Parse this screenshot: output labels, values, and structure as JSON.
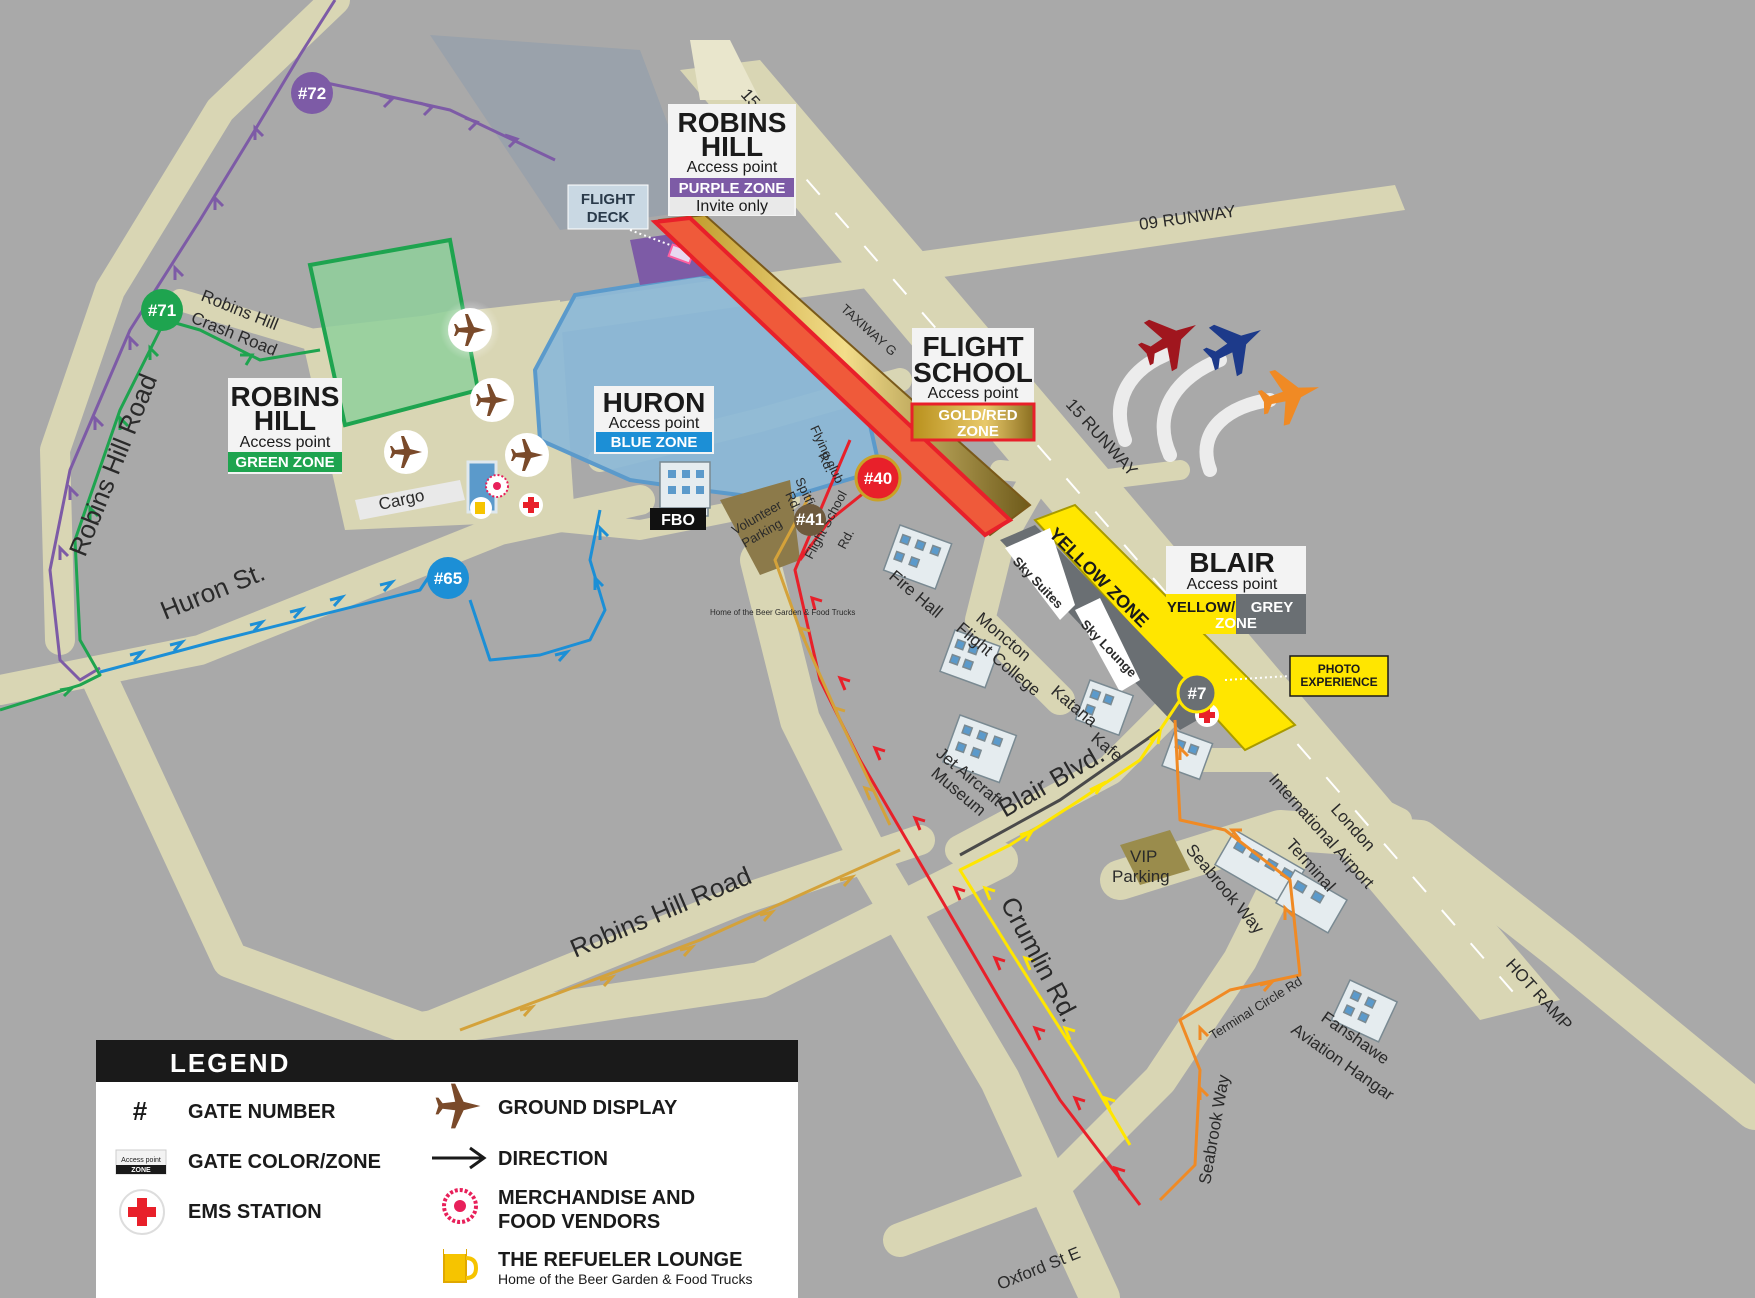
{
  "colors": {
    "purple": "#7d5ba6",
    "green": "#1ea44f",
    "blue": "#1c8fd6",
    "red": "#e8202a",
    "gold": "#c9a227",
    "yellow": "#ffe600",
    "orange": "#f08a24",
    "brown": "#6e5a3d",
    "grey": "#6a6f73"
  },
  "gates": [
    {
      "label": "#72",
      "color": "purple"
    },
    {
      "label": "#71",
      "color": "green"
    },
    {
      "label": "#65",
      "color": "blue"
    },
    {
      "label": "#40",
      "color": "red"
    },
    {
      "label": "#41",
      "color": "brown"
    },
    {
      "label": "#7",
      "color": "grey"
    }
  ],
  "access_boxes": {
    "robins_hill_purple": {
      "title1": "ROBINS",
      "title2": "HILL",
      "sub": "Access point",
      "zone": "PURPLE ZONE",
      "note": "Invite only"
    },
    "robins_hill_green": {
      "title1": "ROBINS",
      "title2": "HILL",
      "sub": "Access point",
      "zone": "GREEN ZONE"
    },
    "huron": {
      "title": "HURON",
      "sub": "Access point",
      "zone": "BLUE ZONE"
    },
    "flight_school": {
      "title1": "FLIGHT",
      "title2": "SCHOOL",
      "sub": "Access point",
      "zone1": "GOLD/RED",
      "zone2": "ZONE"
    },
    "blair": {
      "title": "BLAIR",
      "sub": "Access point",
      "zone1a": "YELLOW/",
      "zone1b": "ZONE",
      "zone2": "GREY"
    }
  },
  "labels": {
    "flight_deck_1": "FLIGHT",
    "flight_deck_2": "DECK",
    "runway_09": "09 RUNWAY",
    "runway_15": "15 RUNWAY",
    "runway_num": "15",
    "taxiway_g": "TAXIWAY G",
    "robins_hill_crash_1": "Robins Hill",
    "robins_hill_crash_2": "Crash Road",
    "robins_hill_road_v": "Robins Hill Road",
    "robins_hill_road": "Robins Hill Road",
    "huron_st": "Huron St.",
    "cargo": "Cargo",
    "fbo": "FBO",
    "volunteer_1": "Volunteer",
    "volunteer_2": "Parking",
    "spitfire_1": "Spitfire",
    "spitfire_2": "Rd.",
    "flying_club_1": "Flying club",
    "flying_club_2": "Rd.",
    "flight_school_rd_1": "Flight School",
    "flight_school_rd_2": "Rd.",
    "beer_garden_note": "Home of the Beer Garden & Food Trucks",
    "fire_hall": "Fire Hall",
    "moncton_1": "Moncton",
    "moncton_2": "Flight College",
    "katana_1": "Katana",
    "katana_2": "Kafe",
    "jet_1": "Jet Aircraft",
    "jet_2": "Museum",
    "sky_suites": "Sky Suites",
    "sky_lounge": "Sky Lounge",
    "yellow_zone": "YELLOW ZONE",
    "photo_1": "PHOTO",
    "photo_2": "EXPERIENCE",
    "blair_blvd": "Blair Blvd.",
    "crumlin": "Crumlin Rd.",
    "vip_1": "VIP",
    "vip_2": "Parking",
    "seabrook_way": "Seabrook Way",
    "seabrook_way_2": "Seabrook Way",
    "terminal_circle": "Terminal Circle Rd",
    "london_1": "London",
    "london_2": "International Airport",
    "london_3": "Terminal",
    "hot_ramp": "HOT RAMP",
    "fanshawe_1": "Fanshawe",
    "fanshawe_2": "Aviation Hangar",
    "oxford": "Oxford St E"
  },
  "legend": {
    "title": "LEGEND",
    "gate_symbol": "#",
    "gate_number": "GATE NUMBER",
    "icon_access": "Access point",
    "icon_zone": "ZONE",
    "gate_color": "GATE COLOR/ZONE",
    "ems": "EMS STATION",
    "ground": "GROUND DISPLAY",
    "direction": "DIRECTION",
    "merch_1": "MERCHANDISE AND",
    "merch_2": "FOOD VENDORS",
    "refueler": "THE REFUELER LOUNGE",
    "refueler_sub": "Home of the Beer Garden & Food Trucks"
  }
}
